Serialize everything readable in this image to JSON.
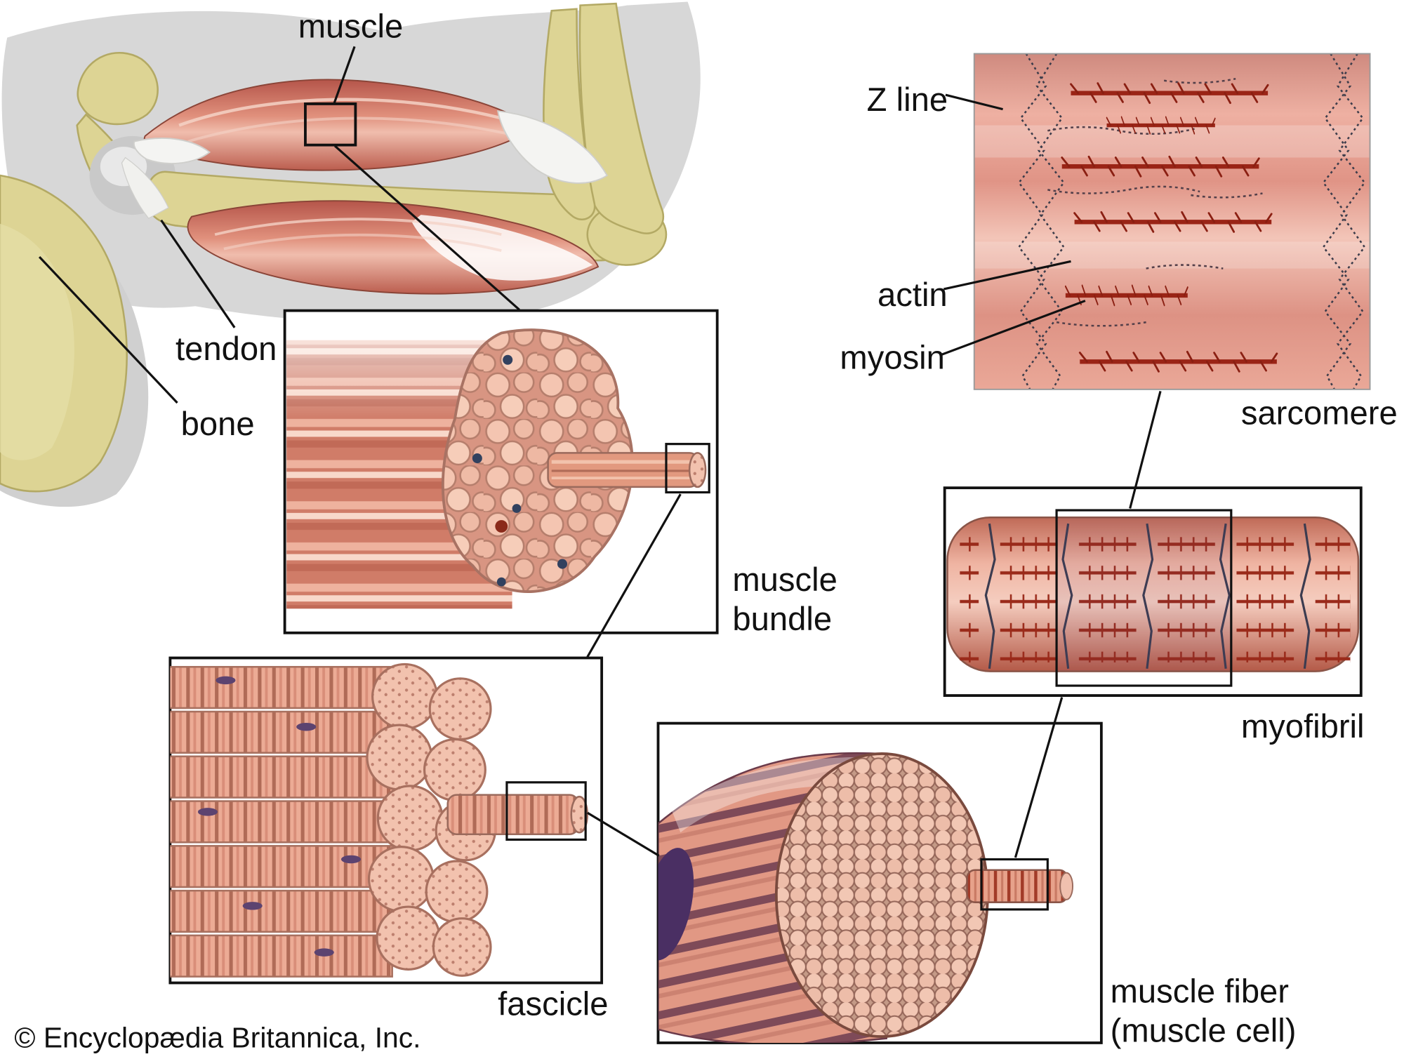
{
  "labels": {
    "muscle": "muscle",
    "tendon": "tendon",
    "bone": "bone",
    "muscle_bundle": [
      "muscle",
      "bundle"
    ],
    "fascicle": "fascicle",
    "muscle_fiber": [
      "muscle fiber",
      "(muscle cell)"
    ],
    "myofibril": "myofibril",
    "sarcomere": "sarcomere",
    "z_line": "Z line",
    "actin": "actin",
    "myosin": "myosin"
  },
  "footer": {
    "copyright": "© Encyclopædia Britannica, Inc."
  },
  "colors": {
    "muscle_red": "#c0584a",
    "bone_khaki": "#ddd494",
    "tissue_pink": "#eeb6a3",
    "nucleus_blue": "#31415f",
    "line_black": "#111111",
    "background": "#ffffff"
  }
}
